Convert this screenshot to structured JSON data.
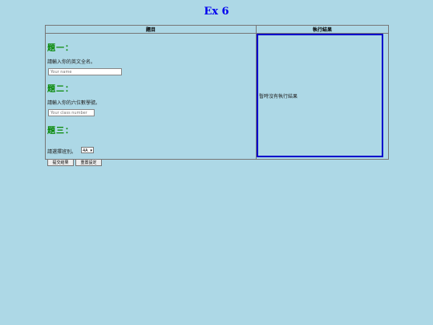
{
  "page": {
    "title": "Ex 6"
  },
  "table": {
    "col_questions": "題目",
    "col_results": "執行結果"
  },
  "q1": {
    "heading": "題一：",
    "prompt": "請輸入你的英文全名。",
    "placeholder": "Your name"
  },
  "q2": {
    "heading": "題二：",
    "prompt": "請輸入你的六位數學號。",
    "placeholder": "Your class number"
  },
  "q3": {
    "heading": "題三：",
    "prompt": "請選擇班別。",
    "selected": "4A"
  },
  "buttons": {
    "submit": "提交結果",
    "reset": "重置設定"
  },
  "result": {
    "text": "暫時沒有執行結果"
  },
  "colors": {
    "background": "#add8e6",
    "title": "#0000ee",
    "heading": "#0a8a0a",
    "result_border": "#0000cc"
  }
}
